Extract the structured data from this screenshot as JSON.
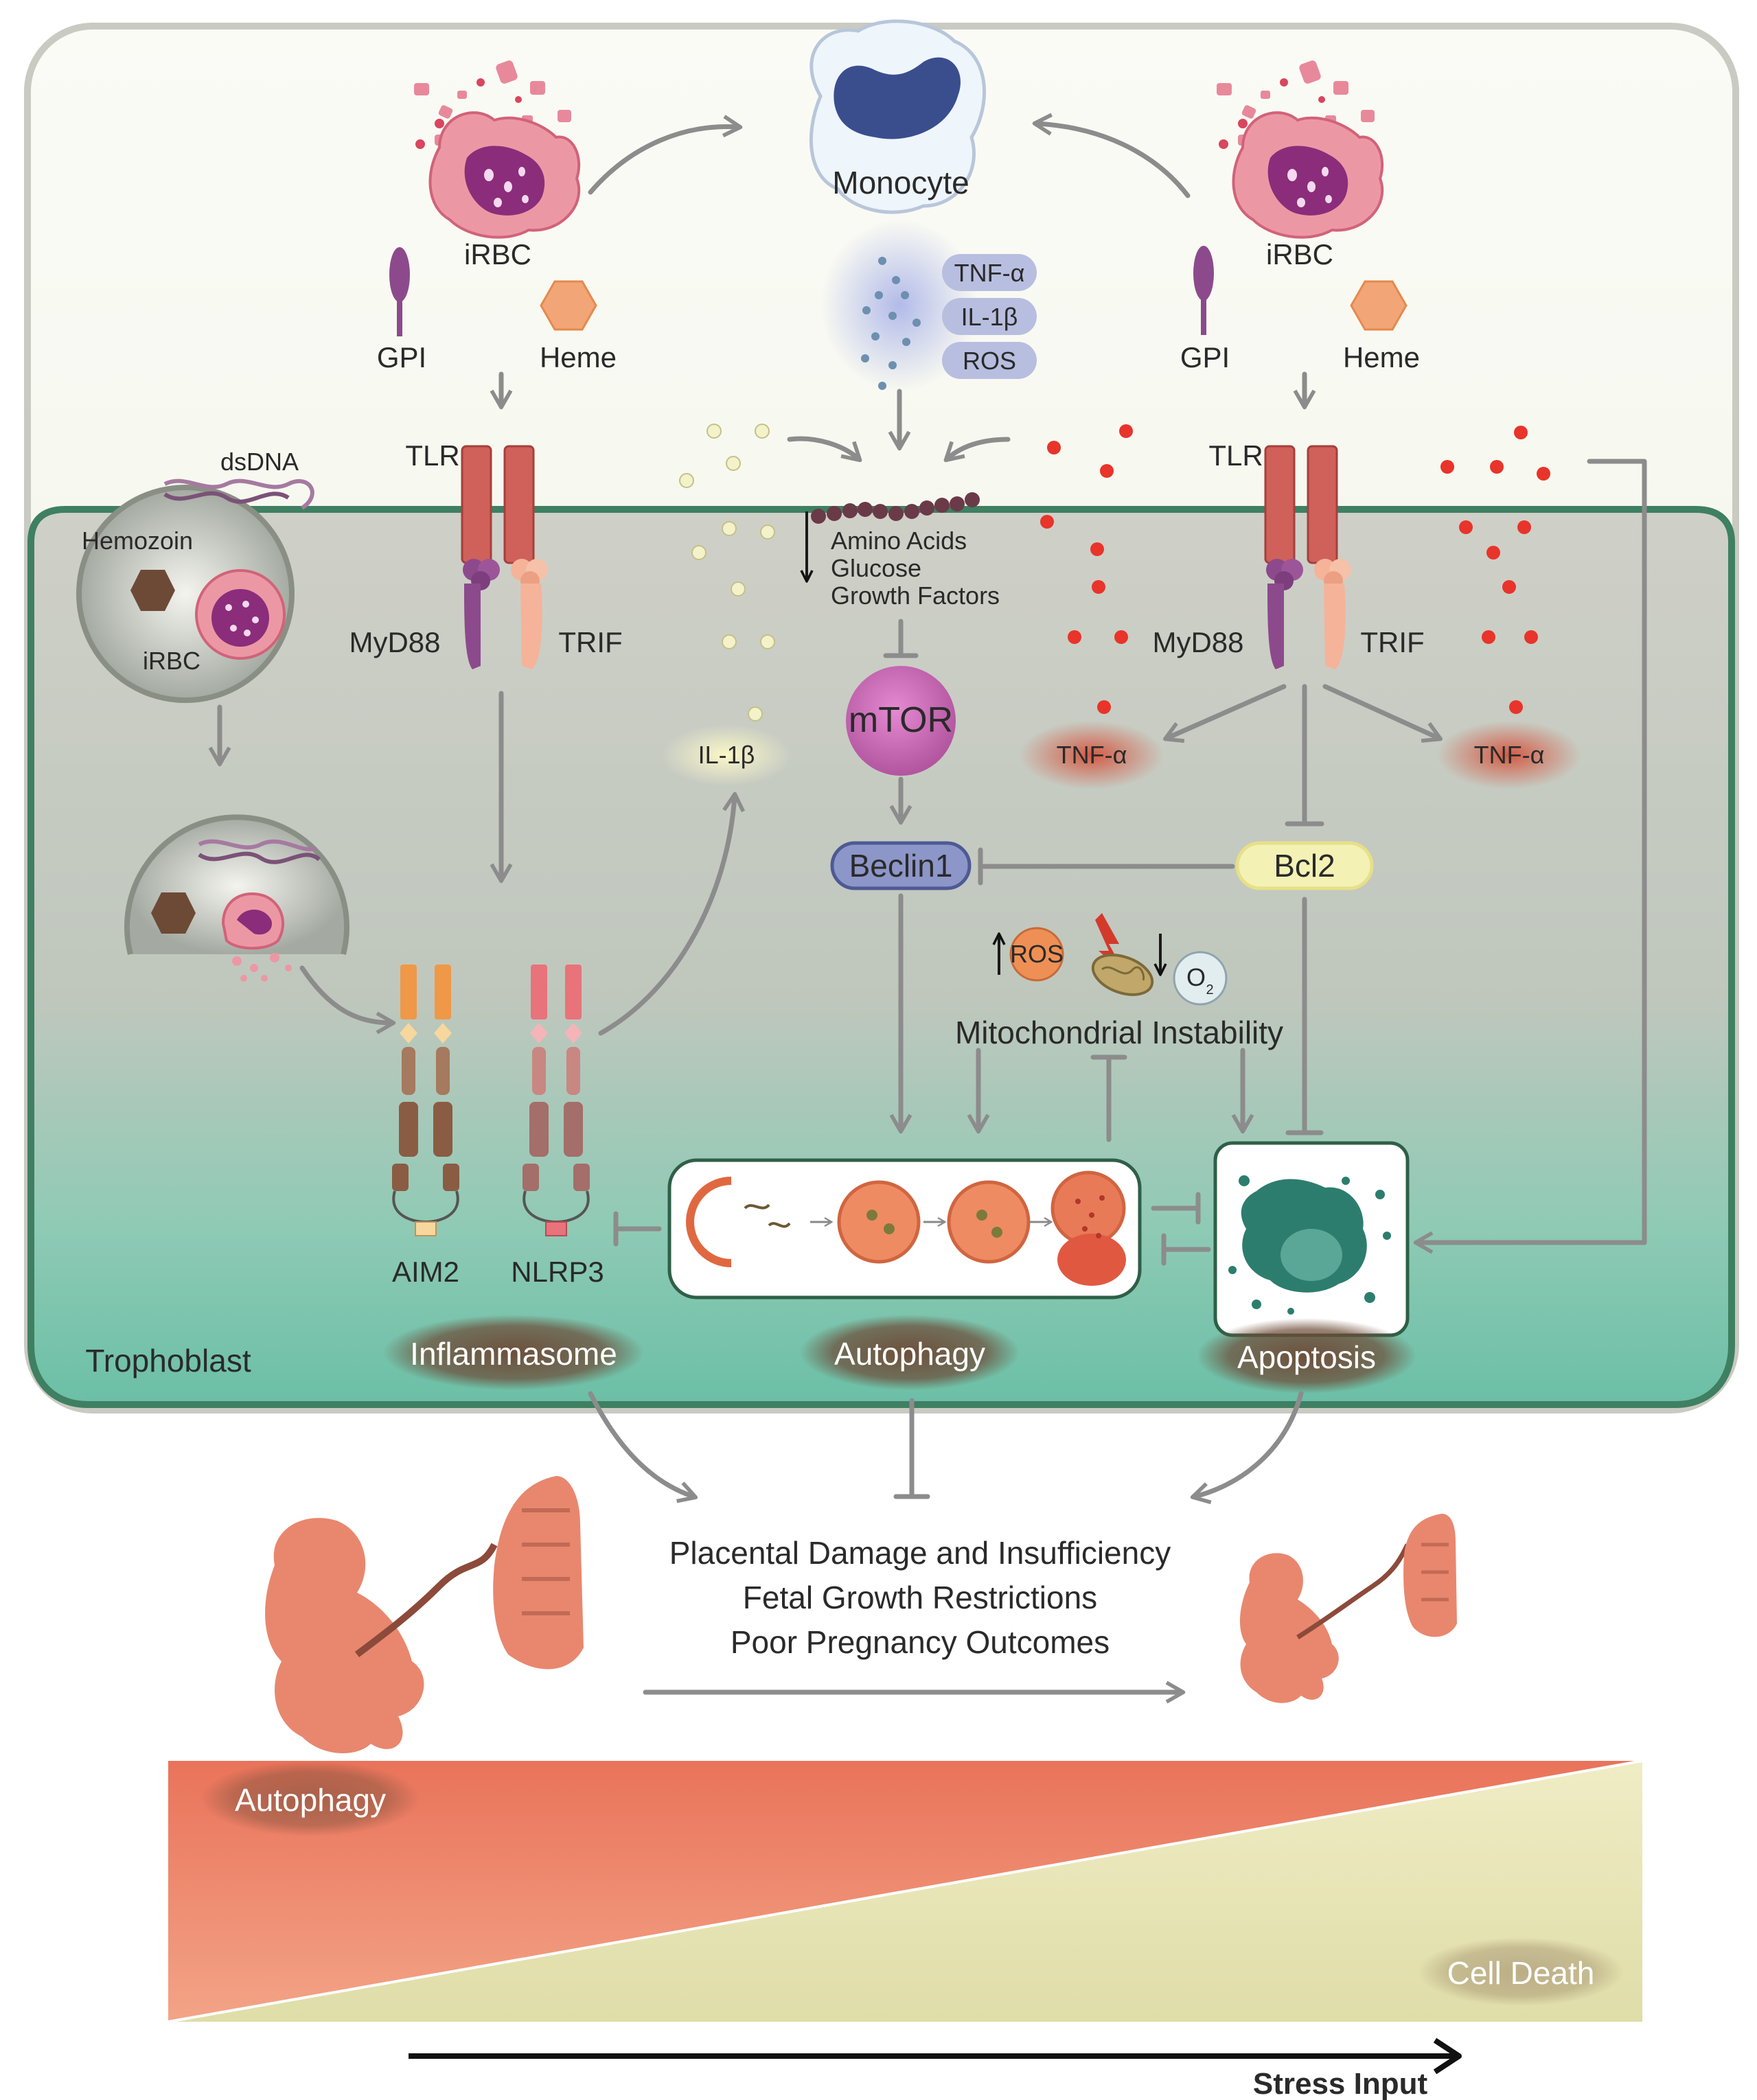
{
  "labels": {
    "monocyte": "Monocyte",
    "irbc_left": "iRBC",
    "irbc_right": "iRBC",
    "irbc_vacuole": "iRBC",
    "gpi_left": "GPI",
    "gpi_right": "GPI",
    "heme_left": "Heme",
    "heme_right": "Heme",
    "cytokines": [
      "TNF-α",
      "IL-1β",
      "ROS"
    ],
    "dsdna": "dsDNA",
    "hemozoin": "Hemozoin",
    "tlr_left": "TLR",
    "tlr_right": "TLR",
    "myd88_left": "MyD88",
    "myd88_right": "MyD88",
    "trif_left": "TRIF",
    "trif_right": "TRIF",
    "nutrients": [
      "Amino Acids",
      "Glucose",
      "Growth Factors"
    ],
    "il1b": "IL-1β",
    "mtor": "mTOR",
    "beclin1": "Beclin1",
    "bcl2": "Bcl2",
    "tnfa_left": "TNF-α",
    "tnfa_right": "TNF-α",
    "ros": "ROS",
    "o2": "O",
    "o2_sub": "2",
    "mito_instability": "Mitochondrial Instability",
    "aim2": "AIM2",
    "nlrp3": "NLRP3",
    "trophoblast": "Trophoblast",
    "inflammasome": "Inflammasome",
    "autophagy": "Autophagy",
    "apoptosis": "Apoptosis",
    "outcomes": [
      "Placental Damage and Insufficiency",
      "Fetal Growth Restrictions",
      "Poor Pregnancy Outcomes"
    ],
    "bottom_autophagy": "Autophagy",
    "cell_death": "Cell Death",
    "stress_input": "Stress Input"
  },
  "colors": {
    "cell_top": "#f8f9f0",
    "cell_teal": "#6fbfa8",
    "cell_gray": "#c9cac2",
    "receptor": "#d0605a",
    "myd88": "#8c4a8c",
    "trif": "#f5b39a",
    "mtor": "#c865b8",
    "beclin1": "#8d96c8",
    "bcl2": "#f2f0b0",
    "tnf_glow": "#d85a48",
    "autophagy_band": "#ee9078",
    "celldeath_band": "#e9e7ba",
    "fetus": "#e8876e"
  }
}
